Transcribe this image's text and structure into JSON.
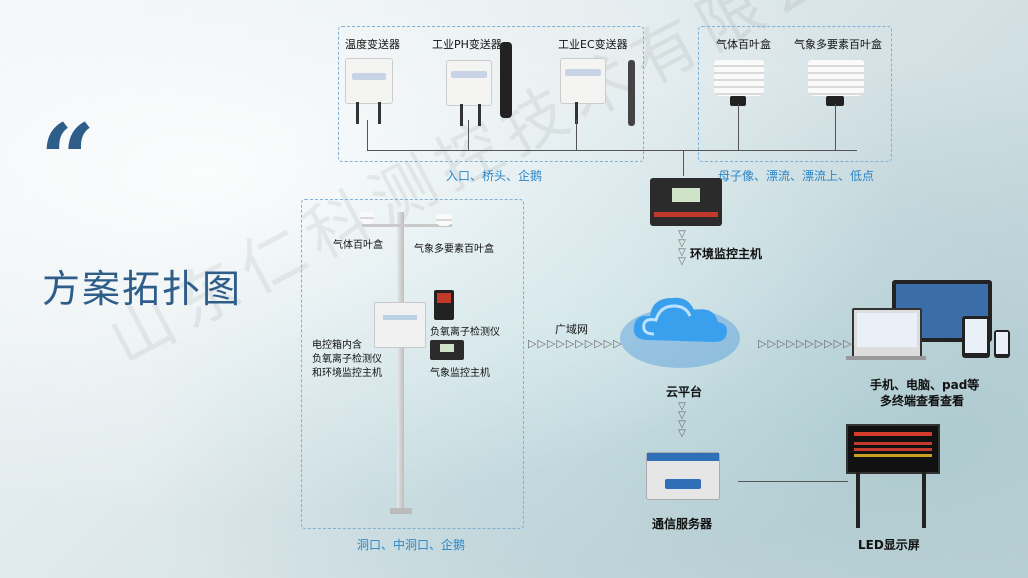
{
  "title": "方案拓扑图",
  "quote_mark": "“",
  "watermark": "山东仁科测控技术有限公司",
  "top_group_left": {
    "caption": "入口、桥头、企鹅",
    "devices": [
      {
        "label": "温度变送器"
      },
      {
        "label": "工业PH变送器"
      },
      {
        "label": "工业EC变送器"
      }
    ]
  },
  "top_group_right": {
    "caption": "母子像、漂流、漂流上、低点",
    "devices": [
      {
        "label": "气体百叶盒"
      },
      {
        "label": "气象多要素百叶盒"
      }
    ]
  },
  "env_host": {
    "label": "环境监控主机"
  },
  "left_station": {
    "caption": "洞口、中洞口、企鹅",
    "labels": {
      "gas_shield": "气体百叶盒",
      "weather_shield": "气象多要素百叶盒",
      "neg_ion": "负氧离子检测仪",
      "weather_host": "气象监控主机",
      "cabinet": "电控箱内含\n负氧离子检测仪\n和环境监控主机"
    }
  },
  "wan": {
    "label": "广域网",
    "arrows": "▷▷▷▷▷▷▷▷▷▷"
  },
  "cloud": {
    "label": "云平台"
  },
  "terminals": {
    "label_line1": "手机、电脑、pad等",
    "label_line2": "多终端查看查看",
    "arrows": "▷▷▷▷▷▷▷▷▷▷▷"
  },
  "comm_server": {
    "label": "通信服务器"
  },
  "led": {
    "label": "LED显示屏"
  },
  "vertical_arrow": "▽"
}
